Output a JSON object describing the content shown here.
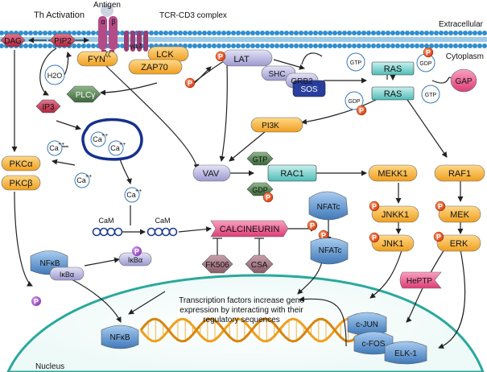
{
  "title": "Th Activation",
  "regions": {
    "extracellular": "Extracellular",
    "cytoplasm": "Cytoplasm",
    "nucleus": "Nucleus"
  },
  "receptor": {
    "antigen": "Antigen",
    "complex": "TCR-CD3 complex",
    "alpha": "α",
    "beta": "β",
    "zeta": "ζζ",
    "gde": "γεεδ"
  },
  "molecules": {
    "dag": "DAG",
    "pip2": "PIP2",
    "fyn": "FYN",
    "lck": "LCK",
    "zap70": "ZAP70",
    "lat": "LAT",
    "shc": "SHC",
    "grb2": "GRB2",
    "sos": "SOS",
    "ras1": "RAS",
    "ras2": "RAS",
    "gap": "GAP",
    "h2o": "H2O",
    "plcg": "PLCγ",
    "ip3": "IP3",
    "pkca": "PKCα",
    "pkcb": "PKCβ",
    "ca1": "Ca",
    "ca2": "Ca",
    "ca3": "Ca",
    "ca4": "Ca",
    "ca5": "Ca",
    "pi3k": "PI3K",
    "vav": "VAV",
    "rac1": "RAC1",
    "mekk1": "MEKK1",
    "raf1": "RAF1",
    "jnkk1": "JNKK1",
    "mek": "MEK",
    "jnk1": "JNK1",
    "erk": "ERK",
    "heptp": "HePTP",
    "cam1": "CaM",
    "cam2": "CaM",
    "calcineurin": "CALCINEURIN",
    "fk506": "FK506",
    "csa": "CSA",
    "nfatc1": "NFATc",
    "nfatc2": "NFATc",
    "nfkb1": "NFκB",
    "ikba1": "IκBα",
    "ikba2": "IκBα",
    "nfkb2": "NFκB",
    "cjun": "c-JUN",
    "cfos": "c-FOS",
    "elk1": "ELK-1"
  },
  "nucleotides": {
    "gtp": "GTP",
    "gdp": "GDP"
  },
  "superscripts": {
    "plusplus": "++"
  },
  "phospho": "P",
  "tf_note": [
    "Transcription factors increase gene",
    "expression by interacting with their",
    "regulatory sequences"
  ],
  "colors": {
    "membrane": "#3d9fd6",
    "orange": "#f5b642",
    "lavender": "#b7b5de",
    "teal": "#7fd3cf",
    "pink": "#ee4e86",
    "maroon": "#c0344f",
    "phospho": "#e0481c",
    "nucleus_line": "#2aa89c",
    "dna": "#f0a419",
    "green": "#4c7a4a",
    "blue": "#4b86c6"
  }
}
